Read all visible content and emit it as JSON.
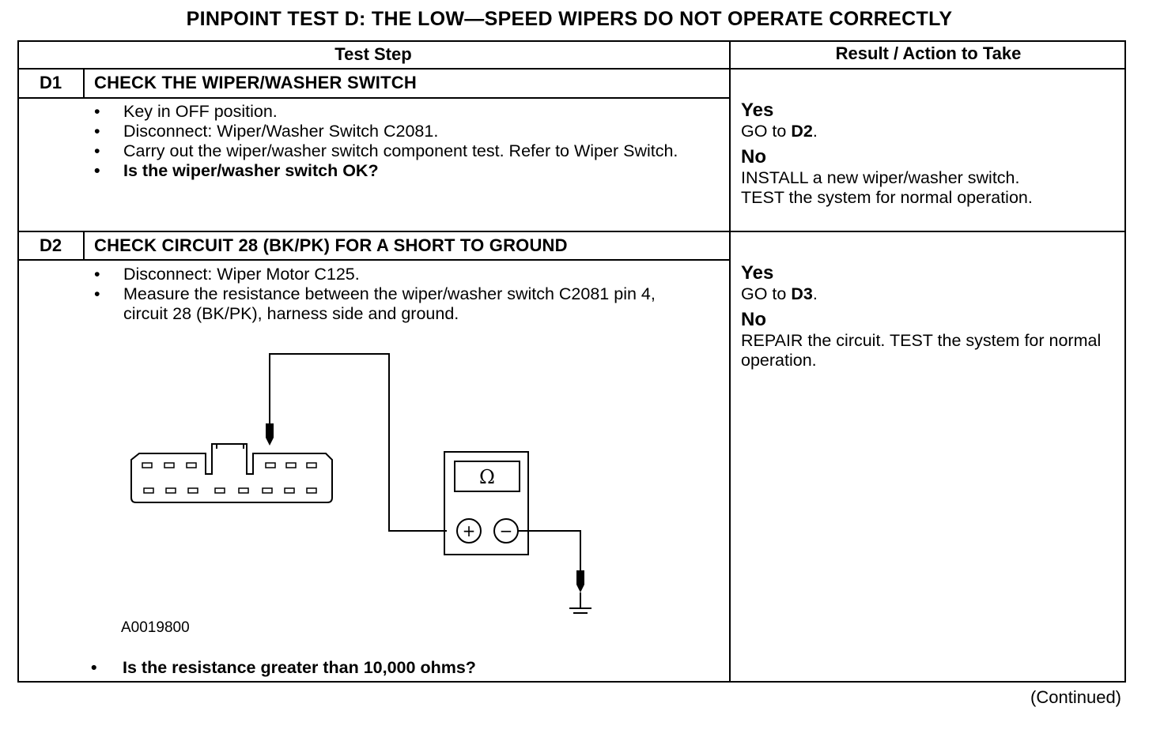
{
  "title": "PINPOINT TEST  D: THE LOW—SPEED WIPERS DO NOT OPERATE CORRECTLY",
  "table": {
    "col_headers": [
      "Test Step",
      "Result / Action to Take"
    ],
    "steps": [
      {
        "id": "D1",
        "title": "CHECK THE WIPER/WASHER SWITCH",
        "bullets": [
          "Key in OFF position.",
          "Disconnect: Wiper/Washer Switch C2081.",
          "Carry out the wiper/washer switch component test. Refer to Wiper Switch."
        ],
        "question": "Is the wiper/washer switch OK?",
        "yes_label": "Yes",
        "yes_prefix": "GO to ",
        "yes_target": "D2",
        "yes_suffix": ".",
        "no_label": "No",
        "no_line1": "INSTALL a new wiper/washer switch.",
        "no_line2": "TEST the system for normal operation."
      },
      {
        "id": "D2",
        "title": "CHECK CIRCUIT 28 (BK/PK) FOR A SHORT TO GROUND",
        "bullets": [
          "Disconnect: Wiper Motor C125.",
          "Measure the resistance between the wiper/washer switch C2081 pin 4, circuit 28 (BK/PK), harness side and ground."
        ],
        "figure_id": "A0019800",
        "meter_symbol": "Ω",
        "plus_symbol": "+",
        "minus_symbol": "−",
        "question": "Is the resistance greater than 10,000 ohms?",
        "yes_label": "Yes",
        "yes_prefix": "GO to ",
        "yes_target": "D3",
        "yes_suffix": ".",
        "no_label": "No",
        "no_line1": "REPAIR the circuit. TEST the system for normal operation."
      }
    ]
  },
  "footer": "(Continued)"
}
